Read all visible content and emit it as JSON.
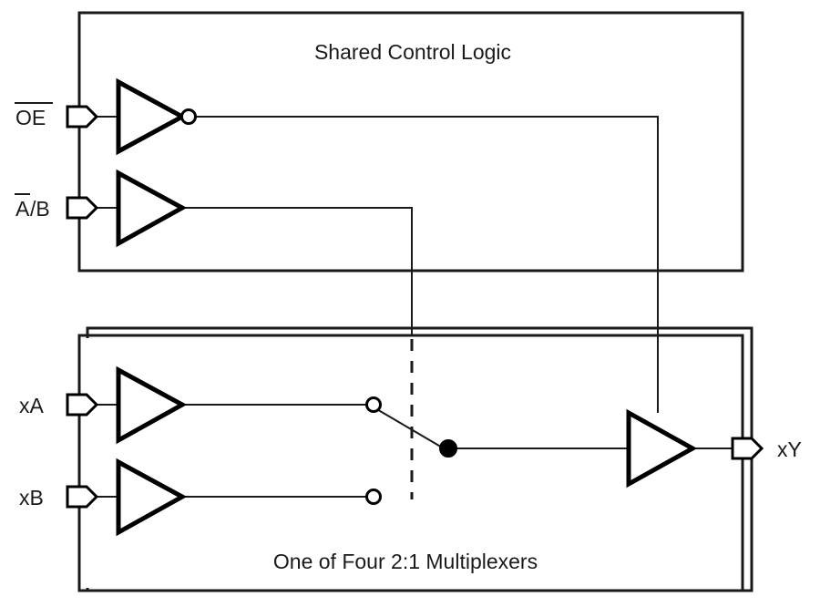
{
  "diagram": {
    "title_control_block": "Shared Control Logic",
    "title_mux_block": "One of Four 2:1 Multiplexers",
    "line_color": "#1a1a1a",
    "fill_color": "#ffffff",
    "background": "#ffffff"
  },
  "control_block": {
    "label": "Shared Control Logic",
    "inputs": [
      {
        "name": "output-enable",
        "label_prefix": "OE",
        "label_suffix": "",
        "overline": "full",
        "gate": "inverter"
      },
      {
        "name": "select",
        "label_prefix": "A",
        "label_suffix": "/B",
        "overline": "partial",
        "gate": "buffer"
      }
    ]
  },
  "mux_block": {
    "label": "One of Four 2:1 Multiplexers",
    "inputs": [
      {
        "name": "data-a",
        "label": "xA",
        "gate": "buffer",
        "contact": "open"
      },
      {
        "name": "data-b",
        "label": "xB",
        "gate": "buffer",
        "contact": "open"
      }
    ],
    "output": {
      "name": "data-y",
      "label": "xY",
      "gate": "tristate-buffer"
    },
    "switch": {
      "common_contact": "closed",
      "selected_input": "xA"
    }
  },
  "labels": {
    "oe": "OE",
    "ab_a": "A",
    "ab_rest": "/B",
    "xa": "xA",
    "xb": "xB",
    "xy": "xY"
  }
}
